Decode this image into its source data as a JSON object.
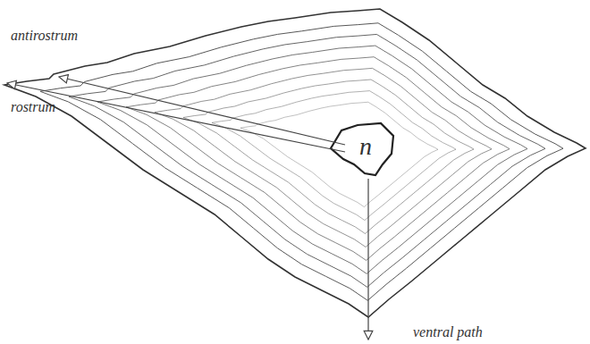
{
  "diagram": {
    "labels": [
      "antirostrum",
      "rostrum",
      "n",
      "ventral path"
    ]
  }
}
